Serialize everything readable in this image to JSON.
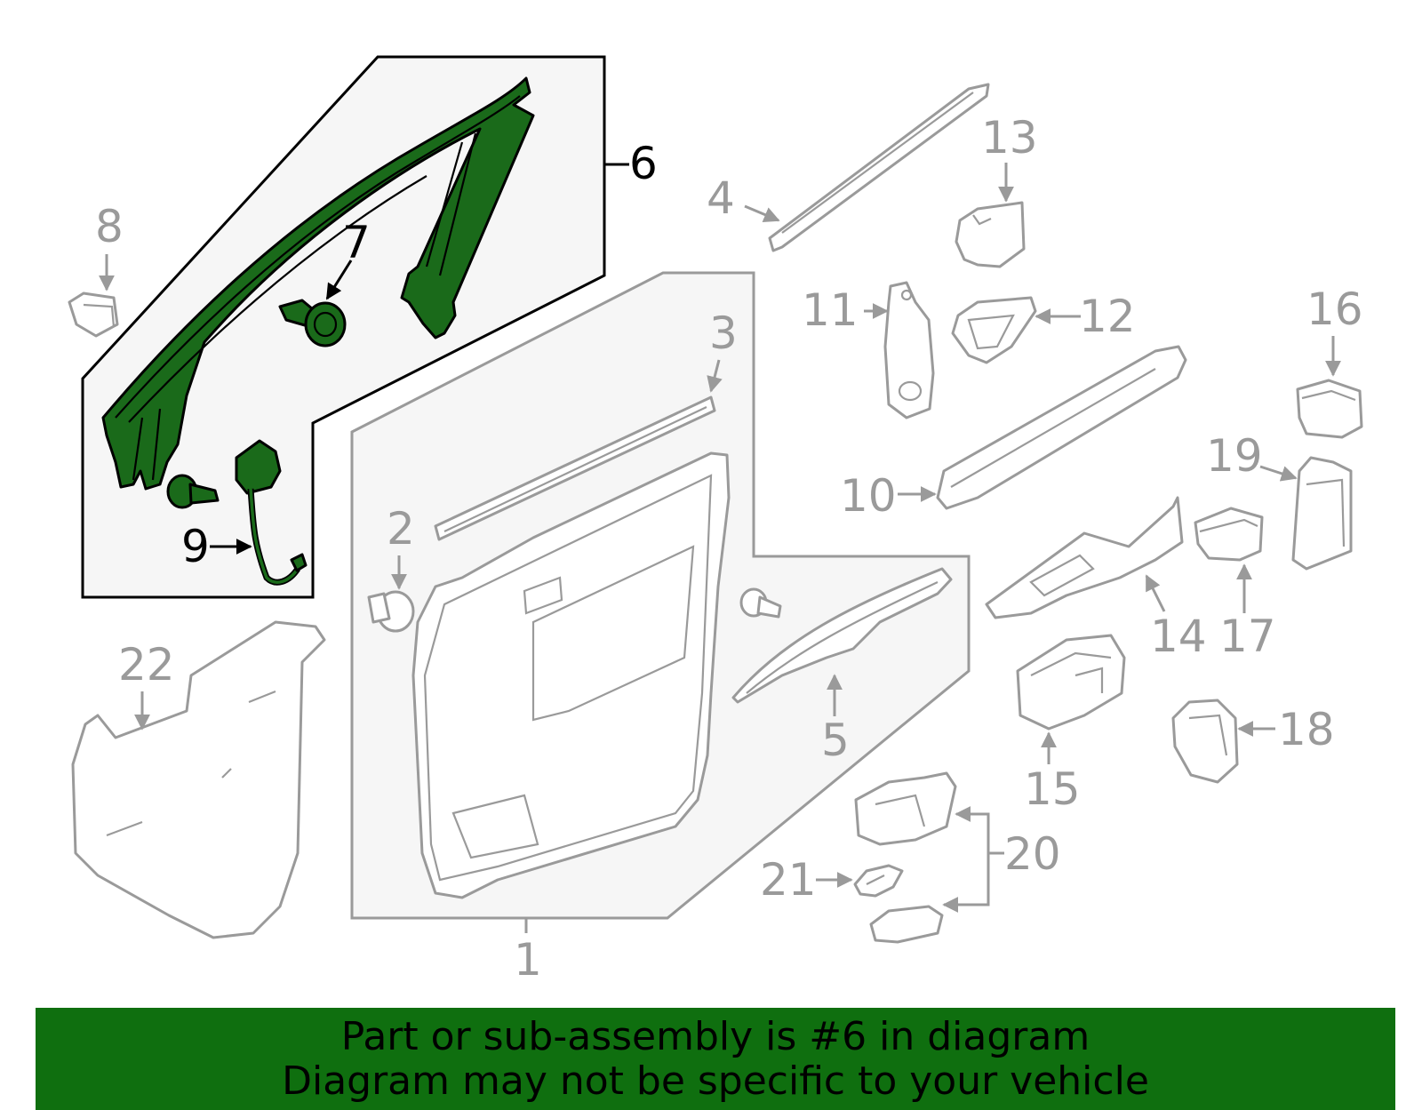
{
  "callouts": {
    "c1": "1",
    "c2": "2",
    "c3": "3",
    "c4": "4",
    "c5": "5",
    "c6": "6",
    "c7": "7",
    "c8": "8",
    "c9": "9",
    "c10": "10",
    "c11": "11",
    "c12": "12",
    "c13": "13",
    "c14": "14",
    "c15": "15",
    "c16": "16",
    "c17": "17",
    "c18": "18",
    "c19": "19",
    "c20": "20",
    "c21": "21",
    "c22": "22"
  },
  "highlighted_part": "6",
  "banner": {
    "line1": "Part or sub-assembly is #6 in diagram",
    "line2": "Diagram may not be specific to your vehicle"
  },
  "colors": {
    "highlight": "#1a6a1a",
    "banner": "#0f6f0f",
    "callout": "#9a9a9a"
  }
}
